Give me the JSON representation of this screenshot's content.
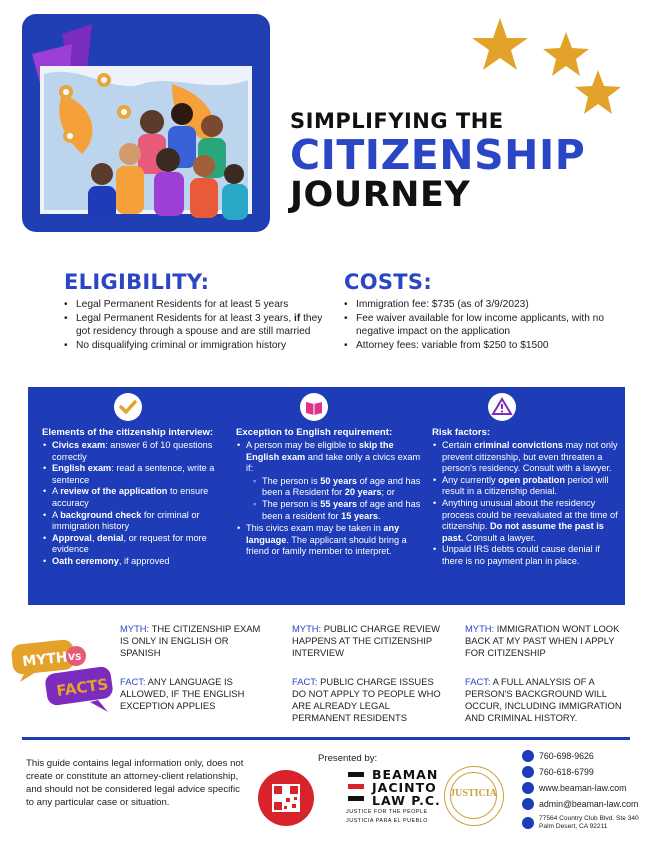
{
  "title": {
    "line1": "SIMPLIFYING THE",
    "line2": "CITIZENSHIP",
    "line3": "JOURNEY"
  },
  "eligibility": {
    "heading": "ELIGIBILITY:",
    "items": [
      "Legal Permanent Residents for at least 5 years",
      {
        "a": "Legal Permanent Residents for at least 3 years, ",
        "b": "if",
        "c": " they got residency through a spouse and are still married"
      },
      "No disqualifying criminal or immigration history"
    ]
  },
  "costs": {
    "heading": "COSTS:",
    "items": [
      "Immigration fee: $735 (as of 3/9/2023)",
      "Fee waiver available for low income applicants, with no negative impact on the application",
      "Attorney fees: variable from $250 to $1500"
    ]
  },
  "interview": {
    "heading": "Elements of the citizenship interview:",
    "civics_b": "Civics exam",
    "civics_t": ": answer 6 of 10 questions correctly",
    "english_b": "English exam",
    "english_t": ": read a sentence, write a sentence",
    "review_a": "A ",
    "review_b": "review of the application",
    "review_t": " to ensure accuracy",
    "bg_a": "A ",
    "bg_b": "background check",
    "bg_t": " for criminal or immigration history",
    "appr_b": "Approval",
    "appr_m": ", ",
    "denial_b": "denial",
    "appr_t": ", or request for more evidence",
    "oath_b": "Oath ceremony",
    "oath_t": ", if approved"
  },
  "english": {
    "heading": "Exception to English requirement:",
    "intro_a": "A person may be eligible to ",
    "intro_b": "skip the English exam",
    "intro_t": " and take only a civics exam if:",
    "s1_a": "The person is ",
    "s1_b": "50 years",
    "s1_c": " of age and has been a Resident for ",
    "s1_d": "20 years",
    "s1_e": "; or",
    "s2_a": "The person is ",
    "s2_b": "55 years",
    "s2_c": " of age and has been a resident for ",
    "s2_d": "15 years",
    "s2_e": ".",
    "lang_a": "This civics exam may be taken in ",
    "lang_b": "any language",
    "lang_t": ". The applicant should bring a friend or family member to interpret."
  },
  "risk": {
    "heading": "Risk factors:",
    "r1_a": "Certain ",
    "r1_b": "criminal convictions",
    "r1_t": " may not only prevent citizenship, but even threaten a person's residency. Consult with a lawyer.",
    "r2_a": "Any currently ",
    "r2_b": "open probation",
    "r2_t": " period will result in a citizenship denial.",
    "r3_a": "Anything unusual about the residency process could be reevaluated at the time of citizenship. ",
    "r3_b": "Do not assume the past is past.",
    "r3_t": " Consult a lawyer.",
    "r4": "Unpaid IRS debts could cause denial if there is no payment plan in place."
  },
  "myths_logo": {
    "myths": "MYTHS",
    "vs": "VS",
    "facts": "FACTS"
  },
  "myths": [
    {
      "label": "Myth:",
      "text": " The citizenship exam is only in English or Spanish"
    },
    {
      "label": "Myth:",
      "text": " Public charge review happens at the citizenship interview"
    },
    {
      "label": "Myth:",
      "text": " Immigration wont look back at my past when I apply for citizenship"
    }
  ],
  "facts": [
    {
      "label": "Fact:",
      "text": " Any language is allowed, if the English exception applies"
    },
    {
      "label": "Fact:",
      "text": " Public charge issues do not apply to people who are already legal permanent residents"
    },
    {
      "label": "Fact:",
      "text": " A full analysis of a person's background will occur, including immigration and criminal history."
    }
  ],
  "footer": {
    "disclaimer": "This guide contains legal information only, does not create or constitute an attorney-client relationship, and should not be considered legal advice specific to any particular case or situation.",
    "presented_by": "Presented by:",
    "firm_line1": "BEAMAN",
    "firm_line2": "JACINTO",
    "firm_line3": "LAW P.C.",
    "firm_tag1": "JUSTICE FOR THE PEOPLE",
    "firm_tag2": "JUSTICIA PARA EL PUEBLO",
    "seal_word": "JUSTICIA",
    "phone": "760-698-9626",
    "sms": "760-618-6799",
    "web": "www.beaman-law.com",
    "email": "admin@beaman-law.com",
    "address1": "77564 Country Club Blvd. Ste 340",
    "address2": "Palm Desert, CA 92211"
  },
  "colors": {
    "brand_blue": "#1e3cb8",
    "accent_gold": "#e3a32a",
    "myths_purple": "#7b2bbd"
  }
}
